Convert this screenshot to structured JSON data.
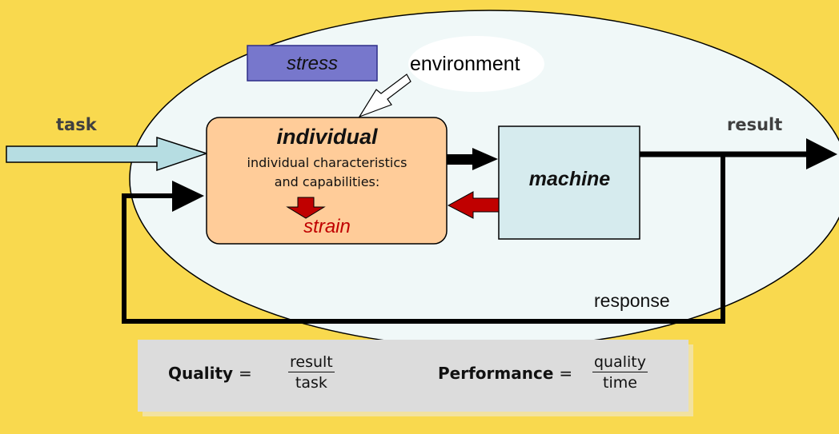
{
  "diagram": {
    "labels": {
      "task": "task",
      "result": "result",
      "stress": "stress",
      "environment": "environment",
      "individual_title": "individual",
      "individual_line1": "individual characteristics",
      "individual_line2": "and capabilities:",
      "strain": "strain",
      "machine": "machine",
      "response": "response"
    },
    "formulas": [
      {
        "name": "Quality",
        "eq": "=",
        "numerator": "result",
        "denominator": "task"
      },
      {
        "name": "Performance",
        "eq": "=",
        "numerator": "quality",
        "denominator": "time"
      }
    ],
    "colors": {
      "background": "#f9d94e",
      "system_ellipse": "#f0f8f8",
      "stress_box": "#7777cc",
      "individual_box": "#ffcc99",
      "machine_box": "#d6ebee",
      "task_arrow": "#b6dde2",
      "strain_red": "#c00000",
      "formula_box": "#dcdcdc"
    }
  }
}
